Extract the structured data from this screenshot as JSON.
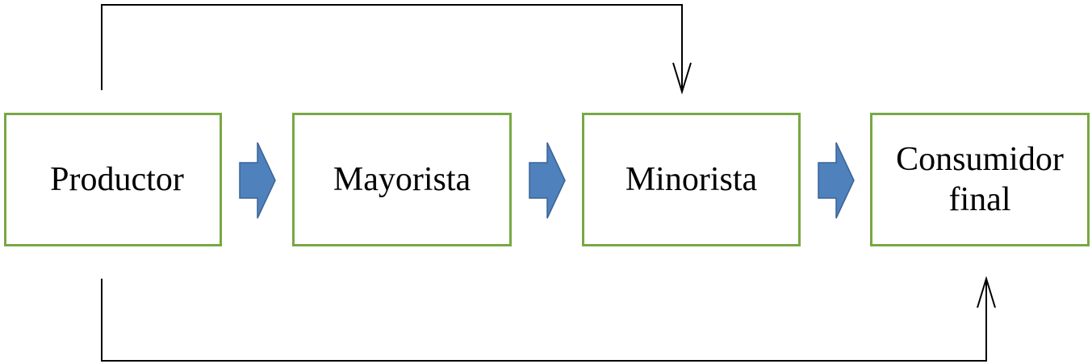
{
  "diagram": {
    "type": "distribution-channel-flow",
    "nodes": [
      {
        "id": "productor",
        "label": "Productor"
      },
      {
        "id": "mayorista",
        "label": "Mayorista"
      },
      {
        "id": "minorista",
        "label": "Minorista"
      },
      {
        "id": "consumidor",
        "label": "Consumidor\nfinal"
      }
    ],
    "edges": [
      {
        "from": "productor",
        "to": "mayorista",
        "style": "block-arrow"
      },
      {
        "from": "mayorista",
        "to": "minorista",
        "style": "block-arrow"
      },
      {
        "from": "minorista",
        "to": "consumidor",
        "style": "block-arrow"
      },
      {
        "from": "productor",
        "to": "minorista",
        "style": "line-arrow",
        "route": "over"
      },
      {
        "from": "productor",
        "to": "consumidor",
        "style": "line-arrow",
        "route": "under"
      }
    ],
    "colors": {
      "node_border": "#77a843",
      "block_arrow_fill": "#4f81bd",
      "block_arrow_stroke": "#3a6496",
      "line": "#000000"
    }
  }
}
